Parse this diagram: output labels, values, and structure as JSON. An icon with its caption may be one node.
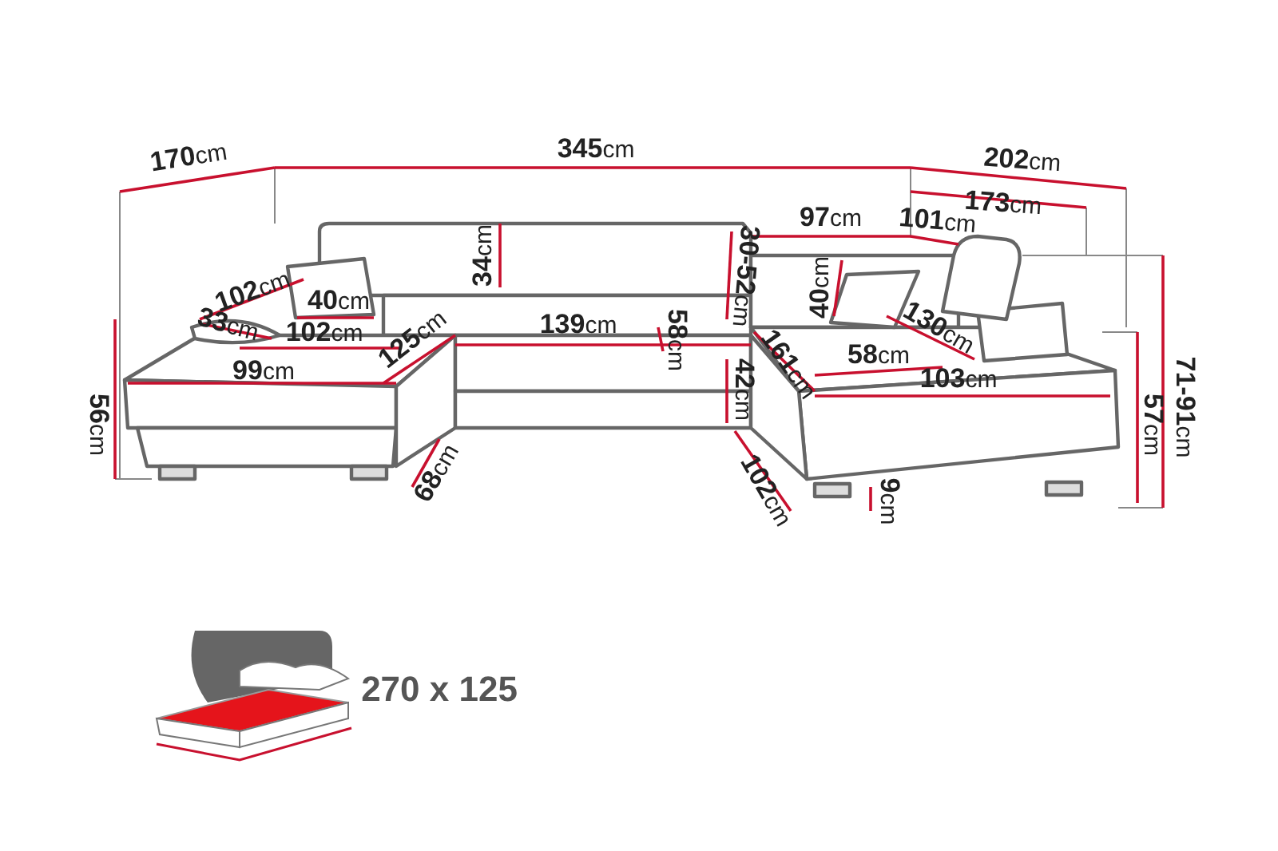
{
  "diagram": {
    "labels": [
      "**170**cm",
      "**345**cm",
      "**202**cm",
      "**173**cm",
      "**97**cm",
      "**101**cm",
      "**30-52**cm",
      "**34**cm",
      "**102**cm",
      "**40**cm",
      "**40**cm",
      "**33**cm",
      "**130**cm",
      "**102**cm",
      "**125**cm",
      "**139**cm",
      "**58**cm",
      "**161**cm",
      "**58**cm",
      "**99**cm",
      "**103**cm",
      "**42**cm",
      "**56**cm",
      "**57**cm",
      "**71-91**cm",
      "**68**cm",
      "**102**cm",
      "**9**cm",
      "270 x 125"
    ]
  }
}
